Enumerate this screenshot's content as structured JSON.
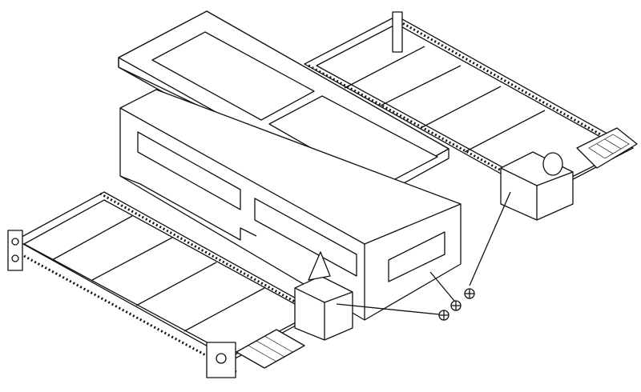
{
  "drawing": {
    "line_color": "#111111",
    "background": "#ffffff",
    "callout_symbols": [
      "crosshair-circle",
      "crosshair-circle",
      "crosshair-circle"
    ]
  }
}
